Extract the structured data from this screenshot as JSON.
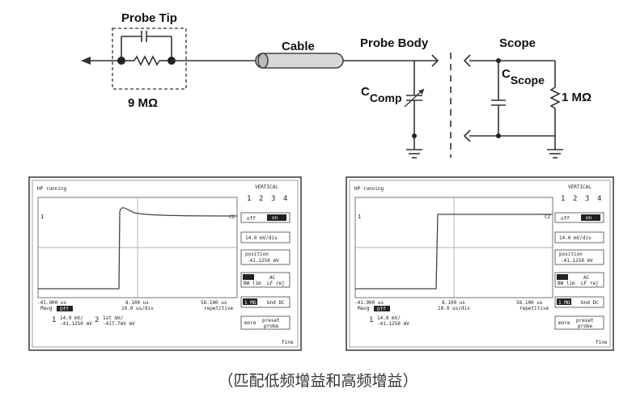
{
  "circuit": {
    "probe_tip": "Probe Tip",
    "resistance": "9 MΩ",
    "cable": "Cable",
    "probe_body": "Probe Body",
    "scope": "Scope",
    "c_comp_main": "C",
    "c_comp_sub": "Comp",
    "c_scope_main": "C",
    "c_scope_sub": "Scope",
    "scope_resistance": "1 MΩ"
  },
  "screen_left": {
    "status": "HP  running",
    "vertical_title": "VERTICAL",
    "channels": [
      "1",
      "2",
      "3",
      "4"
    ],
    "marker_left": "1",
    "marker_right": "C2",
    "off_label": "off",
    "on_label": "on",
    "volts_div": "14.0 mV/div",
    "position_title": "position",
    "position_value": "-41.1250 mV",
    "coupling_ac": "AC",
    "bw_lim": "BW lim",
    "lf_rej": "LF rej",
    "probe_menu": "1 MΩ",
    "bnd_dc": "bnd DC",
    "more": "more",
    "preset": "preset",
    "probe_word": "probe",
    "time_left": "-41.900 us",
    "time_mid": "8.100 us",
    "time_right": "58.100 us",
    "timebase": "10.0 us/div",
    "mode": "repetitive",
    "avg_label": "Mavg",
    "avg_value": "Off",
    "ch1_num": "1",
    "ch1_scale": "14.0 mV/",
    "ch1_offset": "-41.1250 mV",
    "ch2_num": "2",
    "ch2_scale": "1st  mV/",
    "ch2_offset": "-417.7mV mV",
    "footer": "fine"
  },
  "screen_right": {
    "status": "HP  running",
    "vertical_title": "VERTICAL",
    "channels": [
      "1",
      "2",
      "3",
      "4"
    ],
    "marker_left": "1",
    "marker_right": "C2",
    "off_label": "off",
    "on_label": "on",
    "volts_div": "14.0 mV/div",
    "position_title": "position",
    "position_value": "-41.1250 mV",
    "coupling_ac": "AC",
    "bw_lim": "BW lim",
    "lf_rej": "LF rej",
    "probe_menu": "1 MΩ",
    "bnd_dc": "bnd DC",
    "more": "more",
    "preset": "preset",
    "probe_word": "probe",
    "time_left": "-41.900 us",
    "time_mid": "8.100 us",
    "time_right": "58.100 us",
    "timebase": "10.0 us/div",
    "mode": "repetitive",
    "avg_label": "Mavg",
    "avg_value": "Off",
    "ch1_num": "1",
    "ch1_scale": "14.0 mV/",
    "ch1_offset": "-41.1250 mV",
    "footer": "fine"
  },
  "caption": "（匹配低频增益和高频增益）",
  "colors": {
    "line": "#333333",
    "screen_border": "#444444",
    "grid": "#999999",
    "trace": "#444444"
  }
}
